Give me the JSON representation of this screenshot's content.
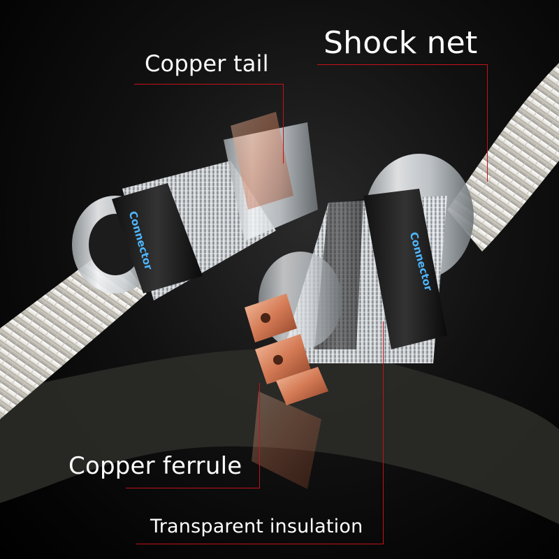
{
  "labels": {
    "shock_net": "Shock net",
    "copper_tail": "Copper tail",
    "copper_ferrule": "Copper ferrule",
    "transparent_insulation": "Transparent insulation"
  },
  "connector_print": {
    "left": "Connector",
    "right": "Connector"
  },
  "colors": {
    "callout_line": "#c4121a",
    "label_text": "#ffffff",
    "background": "#0a0a0a",
    "cable_braid": "#e6e4dc",
    "copper": "#d9825f",
    "band_text": "#4fb6ff"
  }
}
